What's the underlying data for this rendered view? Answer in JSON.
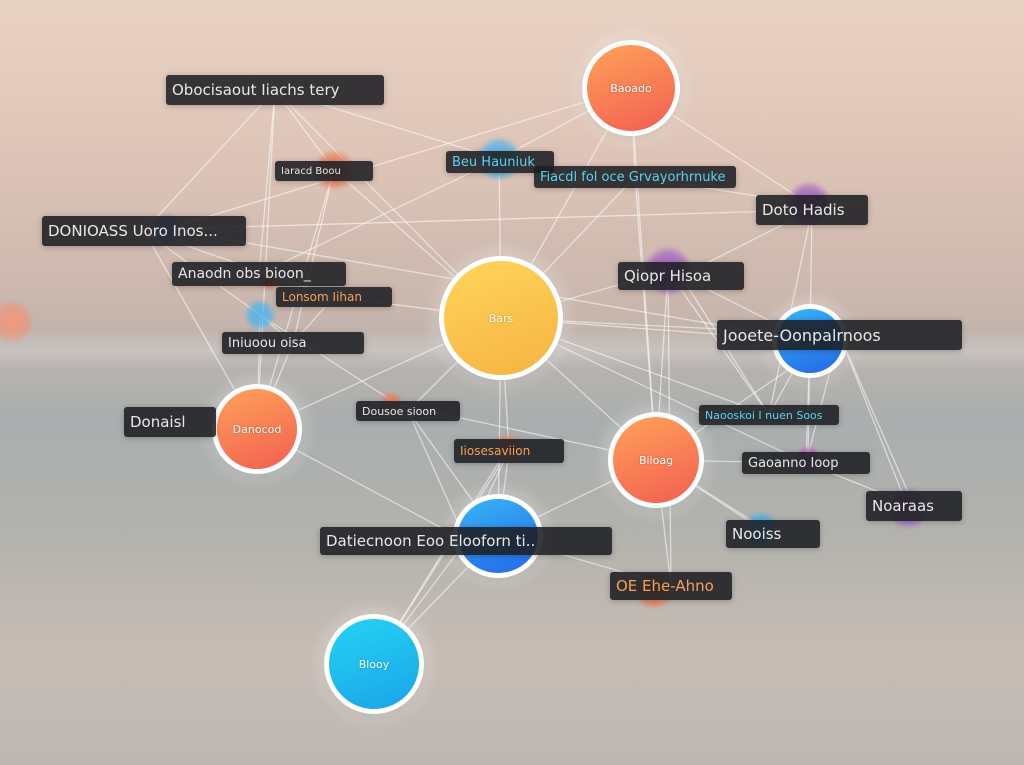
{
  "theme": {
    "orange_grad": [
      "#ffa25a",
      "#f25e50"
    ],
    "yellow_grad": [
      "#ffd55a",
      "#f6b341"
    ],
    "blue_grad": [
      "#37b6f6",
      "#2367e8"
    ],
    "cyan_grad": [
      "#25d3f4",
      "#1aa4e8"
    ],
    "purple": "#a15cc9"
  },
  "nodes": [
    {
      "id": "top-orange",
      "label": "Baoado",
      "type": "large",
      "color": "orange"
    },
    {
      "id": "center-yellow",
      "label": "Bars",
      "type": "large",
      "color": "yellow"
    },
    {
      "id": "left-orange",
      "label": "Danocod",
      "type": "large",
      "color": "orange"
    },
    {
      "id": "right-orange",
      "label": "Biloag",
      "type": "large",
      "color": "orange"
    },
    {
      "id": "mid-blue",
      "label": "",
      "type": "large",
      "color": "blue"
    },
    {
      "id": "right-blue",
      "label": "",
      "type": "large",
      "color": "blue"
    },
    {
      "id": "bottom-cyan",
      "label": "Blooy",
      "type": "large",
      "color": "cyan"
    },
    {
      "id": "dot-1",
      "type": "dot",
      "color": "#48b4f0"
    },
    {
      "id": "dot-2",
      "type": "dot",
      "color": "#f07a52"
    },
    {
      "id": "dot-3",
      "type": "dot",
      "color": "#6fa7ff"
    },
    {
      "id": "dot-4",
      "type": "dot",
      "color": "#a15cc9"
    },
    {
      "id": "dot-5",
      "type": "dot",
      "color": "#48b4f0"
    },
    {
      "id": "dot-6",
      "type": "dot",
      "color": "#a15cc9"
    },
    {
      "id": "dot-7",
      "type": "dot",
      "color": "#f07a52"
    },
    {
      "id": "dot-8",
      "type": "dot",
      "color": "#c35bc0"
    },
    {
      "id": "dot-9",
      "type": "dot",
      "color": "#35b0f0"
    },
    {
      "id": "dot-10",
      "type": "dot",
      "color": "#f07a52"
    },
    {
      "id": "dot-11",
      "type": "dot",
      "color": "#f5875a"
    },
    {
      "id": "dot-12",
      "type": "dot",
      "color": "#f07a52"
    },
    {
      "id": "dot-13",
      "type": "dot",
      "color": "#a15cc9"
    }
  ],
  "labels": [
    {
      "id": "l1",
      "text": "Obocisaout Iiachs tery",
      "text_color": "#e8e8e8"
    },
    {
      "id": "l2",
      "text": "Iaracd Boou",
      "text_color": "#e8e8e8"
    },
    {
      "id": "l3",
      "text": "Beu Hauniuk",
      "text_color": "#5ad3ef"
    },
    {
      "id": "l4",
      "text": "Fiacdl fol oce Grvayorhrnuke",
      "text_color": "#5ad3ef"
    },
    {
      "id": "l5",
      "text": "DONIOASS Uoro Inos...",
      "text_color": "#e8e8e8"
    },
    {
      "id": "l6",
      "text": "Doto Hadis",
      "text_color": "#e8e8e8"
    },
    {
      "id": "l7",
      "text": "Anaodn obs bioon_",
      "text_color": "#e8e8e8"
    },
    {
      "id": "l8",
      "text": "Lonsom Iihan",
      "text_color": "#f5a15a"
    },
    {
      "id": "l9",
      "text": "Qiopr Hisoa",
      "text_color": "#e8e8e8"
    },
    {
      "id": "l10",
      "text": "Iniuoou oisa",
      "text_color": "#e8e8e8"
    },
    {
      "id": "l11",
      "text": "Jooete-Oonpalrnoos",
      "text_color": "#e8e8e8"
    },
    {
      "id": "l12",
      "text": "Donaisl",
      "text_color": "#e8e8e8"
    },
    {
      "id": "l13",
      "text": "Dousoe sioon",
      "text_color": "#e8e8e8"
    },
    {
      "id": "l14",
      "text": "Naooskoi I nuen Soos",
      "text_color": "#5ad3ef"
    },
    {
      "id": "l15",
      "text": "Iiosesaviion",
      "text_color": "#f5a15a"
    },
    {
      "id": "l16",
      "text": "Gaoanno Ioop",
      "text_color": "#e8e8e8"
    },
    {
      "id": "l17",
      "text": "Noaraas",
      "text_color": "#e8e8e8"
    },
    {
      "id": "l18",
      "text": "Datiecnoon Eoo Elooforn ti..",
      "text_color": "#e8e8e8"
    },
    {
      "id": "l19",
      "text": "Nooiss",
      "text_color": "#e8e8e8"
    },
    {
      "id": "l20",
      "text": "OE Ehe-Ahno",
      "text_color": "#f5a15a"
    }
  ],
  "edges": [
    [
      "l1",
      "dot-2"
    ],
    [
      "l1",
      "dot-1"
    ],
    [
      "l1",
      "center-yellow"
    ],
    [
      "l1",
      "l5"
    ],
    [
      "l1",
      "l7"
    ],
    [
      "l1",
      "left-orange"
    ],
    [
      "top-orange",
      "dot-1"
    ],
    [
      "top-orange",
      "center-yellow"
    ],
    [
      "top-orange",
      "l4"
    ],
    [
      "top-orange",
      "dot-3"
    ],
    [
      "top-orange",
      "right-orange"
    ],
    [
      "top-orange",
      "dot-4"
    ],
    [
      "dot-1",
      "center-yellow"
    ],
    [
      "dot-1",
      "l7"
    ],
    [
      "dot-1",
      "l4"
    ],
    [
      "dot-2",
      "left-orange"
    ],
    [
      "dot-2",
      "l10"
    ],
    [
      "dot-2",
      "center-yellow"
    ],
    [
      "l4",
      "dot-4"
    ],
    [
      "l4",
      "center-yellow"
    ],
    [
      "l4",
      "right-orange"
    ],
    [
      "dot-3",
      "l6"
    ],
    [
      "dot-3",
      "right-blue"
    ],
    [
      "l5",
      "dot-5"
    ],
    [
      "l5",
      "l8"
    ],
    [
      "l5",
      "left-orange"
    ],
    [
      "l6",
      "dot-4"
    ],
    [
      "l6",
      "right-blue"
    ],
    [
      "l6",
      "l9"
    ],
    [
      "l6",
      "l14"
    ],
    [
      "dot-5",
      "left-orange"
    ],
    [
      "dot-5",
      "l10"
    ],
    [
      "dot-5",
      "l13"
    ],
    [
      "l8",
      "l10"
    ],
    [
      "l8",
      "center-yellow"
    ],
    [
      "center-yellow",
      "dot-6"
    ],
    [
      "center-yellow",
      "left-orange"
    ],
    [
      "center-yellow",
      "mid-blue"
    ],
    [
      "center-yellow",
      "right-orange"
    ],
    [
      "center-yellow",
      "l11"
    ],
    [
      "center-yellow",
      "l13"
    ],
    [
      "center-yellow",
      "l15"
    ],
    [
      "center-yellow",
      "right-blue"
    ],
    [
      "center-yellow",
      "l14"
    ],
    [
      "center-yellow",
      "l16"
    ],
    [
      "dot-6",
      "right-orange"
    ],
    [
      "dot-6",
      "l14"
    ],
    [
      "dot-6",
      "l20"
    ],
    [
      "l9",
      "right-blue"
    ],
    [
      "l9",
      "l14"
    ],
    [
      "l11",
      "dot-13"
    ],
    [
      "l11",
      "l16"
    ],
    [
      "l11",
      "l17"
    ],
    [
      "l11",
      "right-orange"
    ],
    [
      "l13",
      "mid-blue"
    ],
    [
      "l13",
      "l18"
    ],
    [
      "l15",
      "mid-blue"
    ],
    [
      "l15",
      "l18"
    ],
    [
      "l15",
      "bottom-cyan"
    ],
    [
      "left-orange",
      "l18"
    ],
    [
      "left-orange",
      "l10"
    ],
    [
      "mid-blue",
      "bottom-cyan"
    ],
    [
      "mid-blue",
      "right-orange"
    ],
    [
      "mid-blue",
      "l20"
    ],
    [
      "right-orange",
      "l16"
    ],
    [
      "right-orange",
      "dot-7"
    ],
    [
      "right-orange",
      "l19"
    ],
    [
      "right-orange",
      "l20"
    ],
    [
      "right-orange",
      "dot-9"
    ],
    [
      "l16",
      "dot-8"
    ],
    [
      "l16",
      "l17"
    ],
    [
      "right-blue",
      "l14"
    ],
    [
      "right-blue",
      "l16"
    ],
    [
      "right-blue",
      "dot-8"
    ],
    [
      "l18",
      "bottom-cyan"
    ],
    [
      "l19",
      "dot-9"
    ],
    [
      "l20",
      "dot-10"
    ],
    [
      "dot-11",
      "bottom-cyan"
    ]
  ]
}
